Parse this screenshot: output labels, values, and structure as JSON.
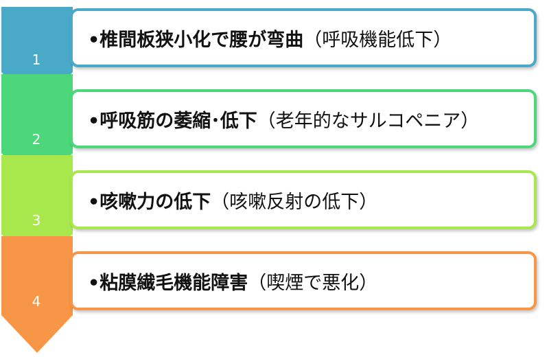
{
  "steps": [
    {
      "number": "1",
      "main": "•椎間板狭小化で腰が弯曲",
      "note": "（呼吸機能低下）",
      "color": "#4ba9c8"
    },
    {
      "number": "2",
      "main": "•呼吸筋の萎縮･低下",
      "note": "（老年的なサルコペニア）",
      "color": "#4cd77a"
    },
    {
      "number": "3",
      "main": "•咳嗽力の低下",
      "note": "（咳嗽反射の低下）",
      "color": "#a9e84d"
    },
    {
      "number": "4",
      "main": "•粘膜繊毛機能障害",
      "note": "（喫煙で悪化）",
      "color": "#f79646"
    }
  ]
}
